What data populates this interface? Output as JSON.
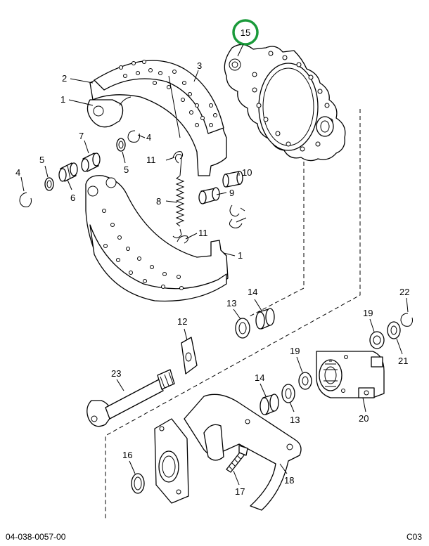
{
  "footer": {
    "document_number": "04-038-0057-00",
    "sheet_code": "C03"
  },
  "highlight": {
    "callout": "15",
    "color": "#1a9a3a"
  },
  "callouts": {
    "c1a": "1",
    "c1b": "1",
    "c2": "2",
    "c3": "3",
    "c4a": "4",
    "c4b": "4",
    "c5a": "5",
    "c5b": "5",
    "c6": "6",
    "c7": "7",
    "c8": "8",
    "c9": "9",
    "c10": "10",
    "c11a": "11",
    "c11b": "11",
    "c12": "12",
    "c13a": "13",
    "c13b": "13",
    "c14a": "14",
    "c14b": "14",
    "c16": "16",
    "c17": "17",
    "c18": "18",
    "c19a": "19",
    "c19b": "19",
    "c20": "20",
    "c21": "21",
    "c22": "22",
    "c23": "23"
  }
}
